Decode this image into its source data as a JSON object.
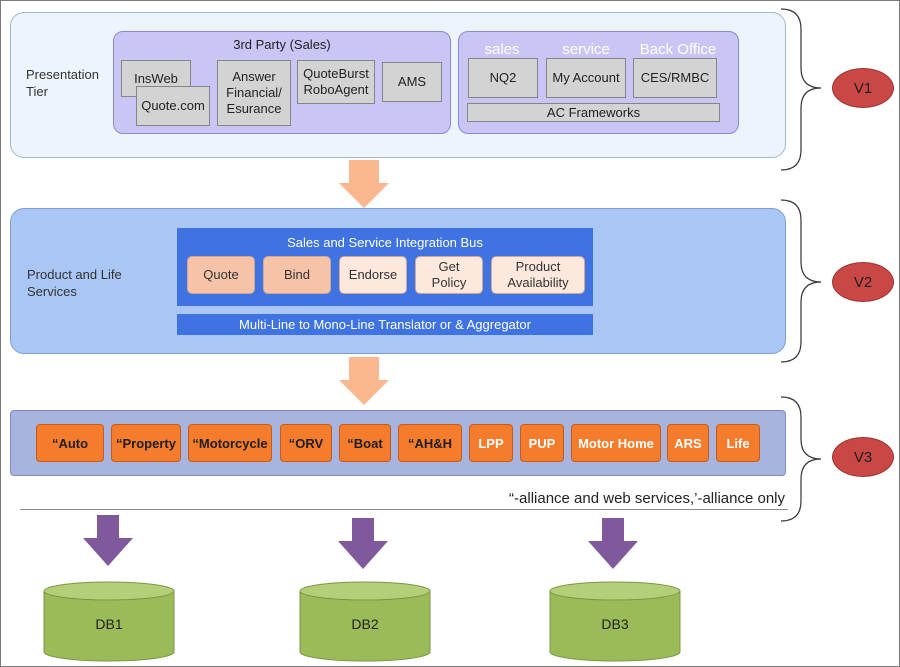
{
  "colors": {
    "tier1_fill": "#eef4fc",
    "tier2_fill": "#a9c6f4",
    "tier3_fill": "#a9b3df",
    "bus_blue": "#3f73e2",
    "orange": "#f57c2c",
    "peach_arrow": "#fbb890",
    "purple_arrow": "#80589c",
    "db_green": "#9bbb59",
    "version_red": "#c94845"
  },
  "tiers": {
    "presentation": {
      "label": "Presentation Tier",
      "third_party": {
        "title": "3rd Party (Sales)",
        "items": [
          "InsWeb",
          "Quote.com",
          "Answer Financial/ Esurance",
          "QuoteBurst RoboAgent",
          "AMS"
        ]
      },
      "channels": {
        "headers": [
          "sales",
          "service",
          "Back Office"
        ],
        "items": [
          "NQ2",
          "My Account",
          "CES/RMBC"
        ],
        "frameworks": "AC Frameworks"
      }
    },
    "services": {
      "label": "Product and Life Services",
      "bus_title": "Sales and Service Integration Bus",
      "bus_items": [
        "Quote",
        "Bind",
        "Endorse",
        "Get Policy",
        "Product Availability"
      ],
      "translator": "Multi-Line to Mono-Line Translator or & Aggregator"
    },
    "products": {
      "items": [
        "“Auto",
        "“Property",
        "“Motorcycle",
        "“ORV",
        "“Boat",
        "“AH&H",
        "LPP",
        "PUP",
        "Motor Home",
        "ARS",
        "Life"
      ],
      "footnote": "“-alliance and web services,’-alliance only"
    }
  },
  "versions": [
    "V1",
    "V2",
    "V3"
  ],
  "databases": [
    "DB1",
    "DB2",
    "DB3"
  ]
}
